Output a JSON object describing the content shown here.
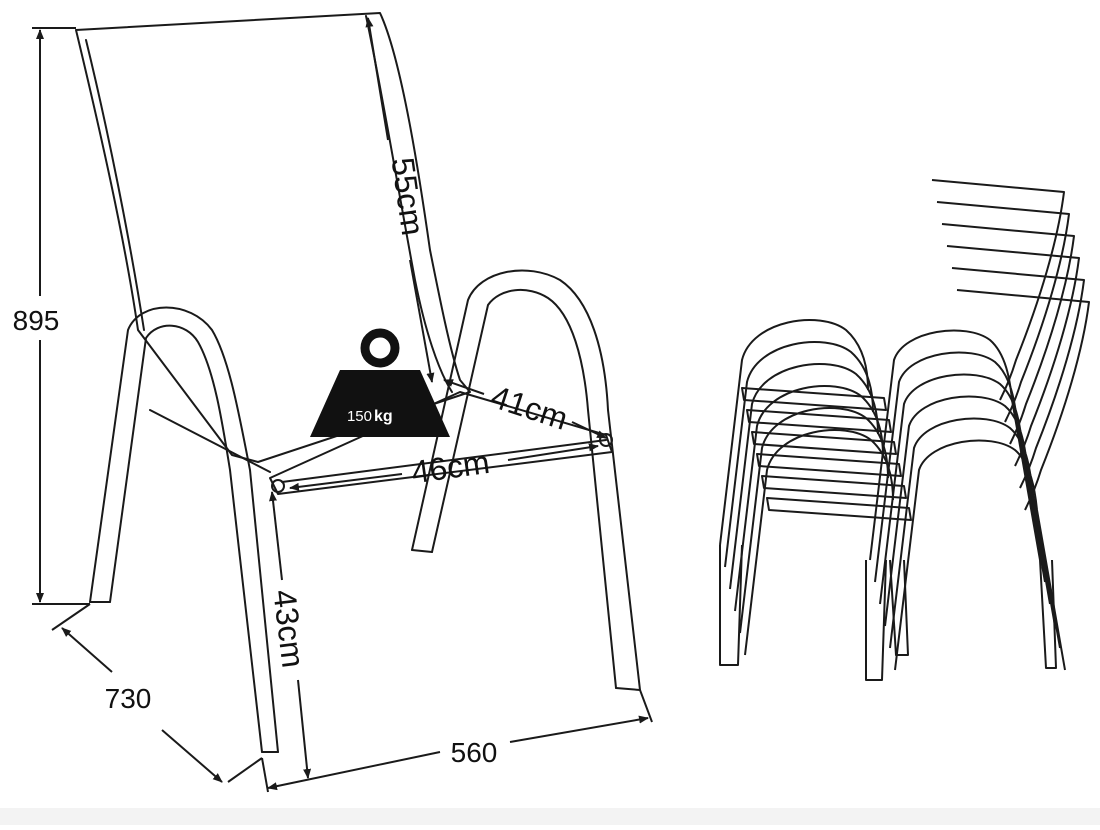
{
  "dimensions": {
    "height_total": "895",
    "depth_total": "730",
    "width_total": "560",
    "backrest_height": "55cm",
    "seat_depth": "41cm",
    "seat_width": "46cm",
    "seat_height": "43cm"
  },
  "load": {
    "value": "150",
    "unit": "kg"
  },
  "colors": {
    "line": "#1a1a1a",
    "background": "#ffffff",
    "weight_fill": "#111111",
    "weight_text": "#ffffff"
  }
}
